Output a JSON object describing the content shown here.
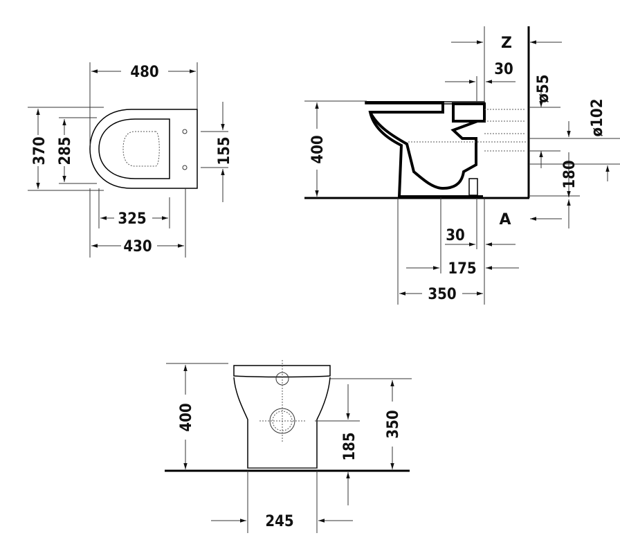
{
  "top_view": {
    "width_480": "480",
    "width_430": "430",
    "width_325": "325",
    "height_370": "370",
    "height_285": "285",
    "height_155": "155"
  },
  "side_view": {
    "label_z": "Z",
    "label_a": "A",
    "dim_30_top": "30",
    "dim_diam55": "ø55",
    "dim_diam102": "ø102",
    "dim_400": "400",
    "dim_180": "180",
    "dim_30_bottom": "30",
    "dim_175": "175",
    "dim_350": "350"
  },
  "front_view": {
    "dim_400": "400",
    "dim_350": "350",
    "dim_185": "185",
    "dim_245": "245"
  }
}
